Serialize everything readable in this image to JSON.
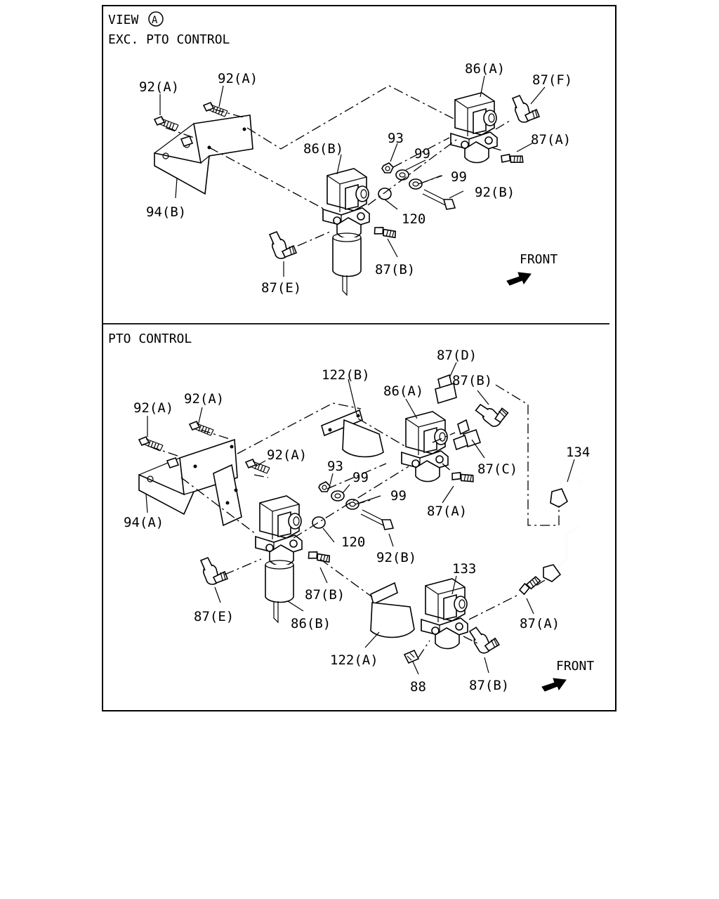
{
  "panel_top": {
    "view_label": "VIEW",
    "view_circle": "A",
    "subtitle": "EXC. PTO CONTROL",
    "front_label": "FRONT",
    "labels": {
      "l92a_1": "92(A)",
      "l92a_2": "92(A)",
      "l86a": "86(A)",
      "l87f": "87(F)",
      "l87a": "87(A)",
      "l93": "93",
      "l99a": "99",
      "l99b": "99",
      "l86b": "86(B)",
      "l92b": "92(B)",
      "l120": "120",
      "l94b": "94(B)",
      "l87b": "87(B)",
      "l87e": "87(E)"
    }
  },
  "panel_bottom": {
    "subtitle": "PTO CONTROL",
    "front_label": "FRONT",
    "labels": {
      "l87d": "87(D)",
      "l122b": "122(B)",
      "l87b_top": "87(B)",
      "l86a": "86(A)",
      "l92a_1": "92(A)",
      "l92a_2": "92(A)",
      "l134": "134",
      "l92a_3": "92(A)",
      "l87c": "87(C)",
      "l93": "93",
      "l99a": "99",
      "l99b": "99",
      "l87a_1": "87(A)",
      "l94a": "94(A)",
      "l120": "120",
      "l92b": "92(B)",
      "l87b_mid": "87(B)",
      "l133": "133",
      "l87e": "87(E)",
      "l86b": "86(B)",
      "l87a_2": "87(A)",
      "l122a": "122(A)",
      "l88": "88",
      "l87b_bot": "87(B)"
    }
  }
}
